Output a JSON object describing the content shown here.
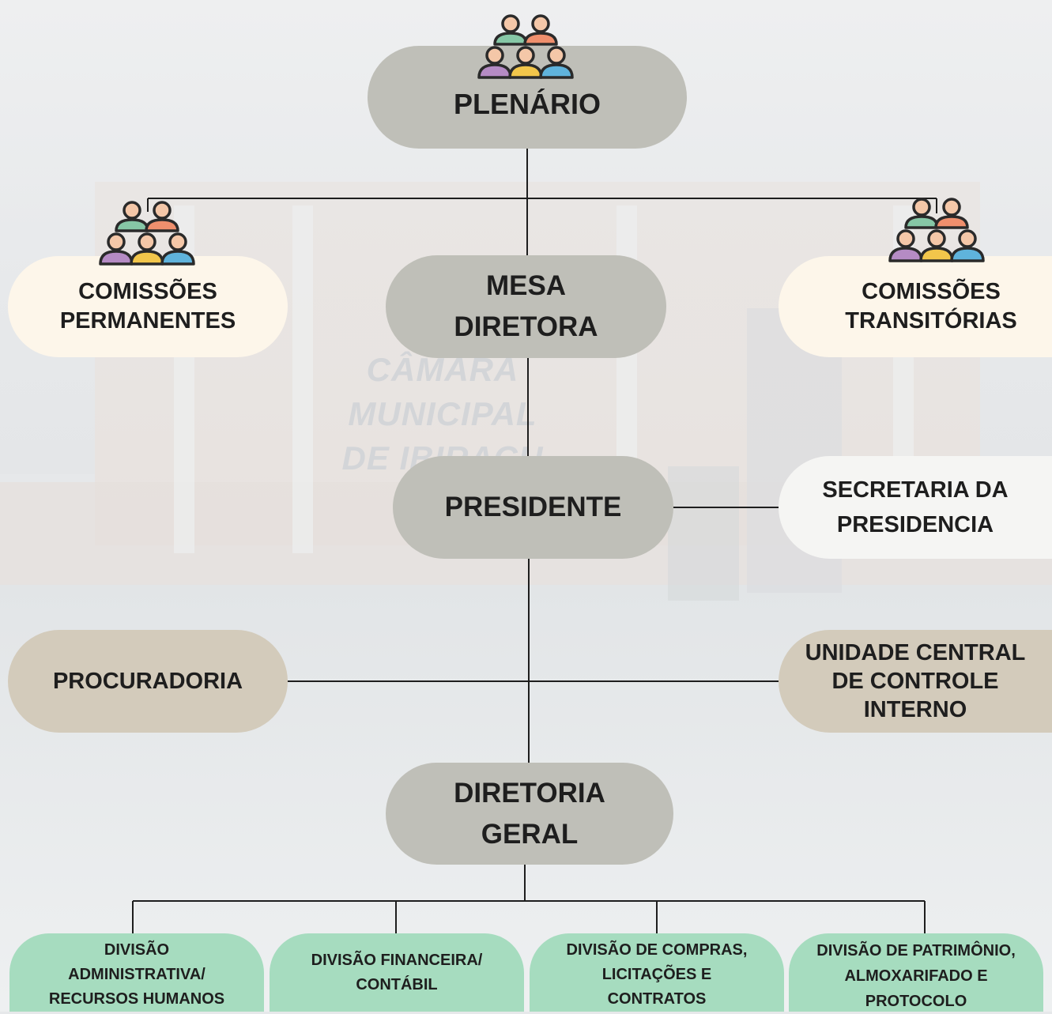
{
  "nodes": {
    "plenario": "PLENÁRIO",
    "comissoes_permanentes": "COMISSÕES\nPERMANENTES",
    "mesa_diretora": "MESA\nDIRETORA",
    "comissoes_transitorias": "COMISSÕES\nTRANSITÓRIAS",
    "presidente": "PRESIDENTE",
    "secretaria_presidencia": "SECRETARIA DA\nPRESIDENCIA",
    "procuradoria": "PROCURADORIA",
    "controle_interno": "UNIDADE CENTRAL\nDE CONTROLE\nINTERNO",
    "diretoria_geral": "DIRETORIA\nGERAL",
    "div_administrativa": "DIVISÃO\nADMINISTRATIVA/\nRECURSOS HUMANOS",
    "div_financeira": "DIVISÃO FINANCEIRA/\nCONTÁBIL",
    "div_compras": "DIVISÃO DE COMPRAS,\nLICITAÇÕES E\nCONTRATOS",
    "div_patrimonio": "DIVISÃO DE PATRIMÔNIO,\nALMOXARIFADO E\nPROTOCOLO"
  },
  "background_sign": "CÂMARA MUNICIPAL\nDE IBIRAÇU",
  "colors": {
    "gray_node": "#bfbfb8",
    "cream_node": "#fdf6ea",
    "white_node": "#f5f5f3",
    "tan_node": "#d3cbbb",
    "green_node": "#a6dcbf",
    "line": "#1e1e1e"
  },
  "icons": {
    "group": "people-group-icon"
  }
}
